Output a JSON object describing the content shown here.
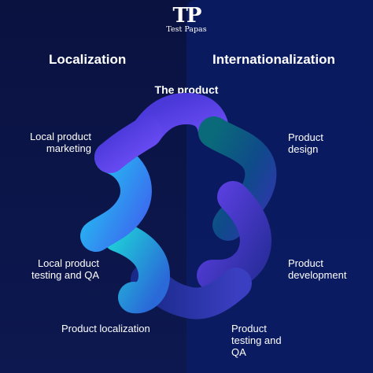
{
  "logo": {
    "mark": "TP",
    "text": "Test Papas"
  },
  "headings": {
    "left": "Localization",
    "right": "Internationalization"
  },
  "center_title": "The product",
  "labels": {
    "product_design": [
      "Product",
      "design"
    ],
    "product_development": [
      "Product",
      "development"
    ],
    "product_testing_qa": [
      "Product",
      "testing and",
      "QA"
    ],
    "product_localization": [
      "Product localization"
    ],
    "local_testing_qa": [
      "Local product",
      "testing and QA"
    ],
    "local_marketing": [
      "Local product",
      "marketing"
    ]
  },
  "colors": {
    "background_left": "#0a1240",
    "background_right": "#0b1a5e",
    "arc_violet": "#6b4cf0",
    "arc_teal": "#1fd0e0",
    "arc_blue": "#3a6cf0",
    "arc_indigo": "#2a2fa8"
  }
}
